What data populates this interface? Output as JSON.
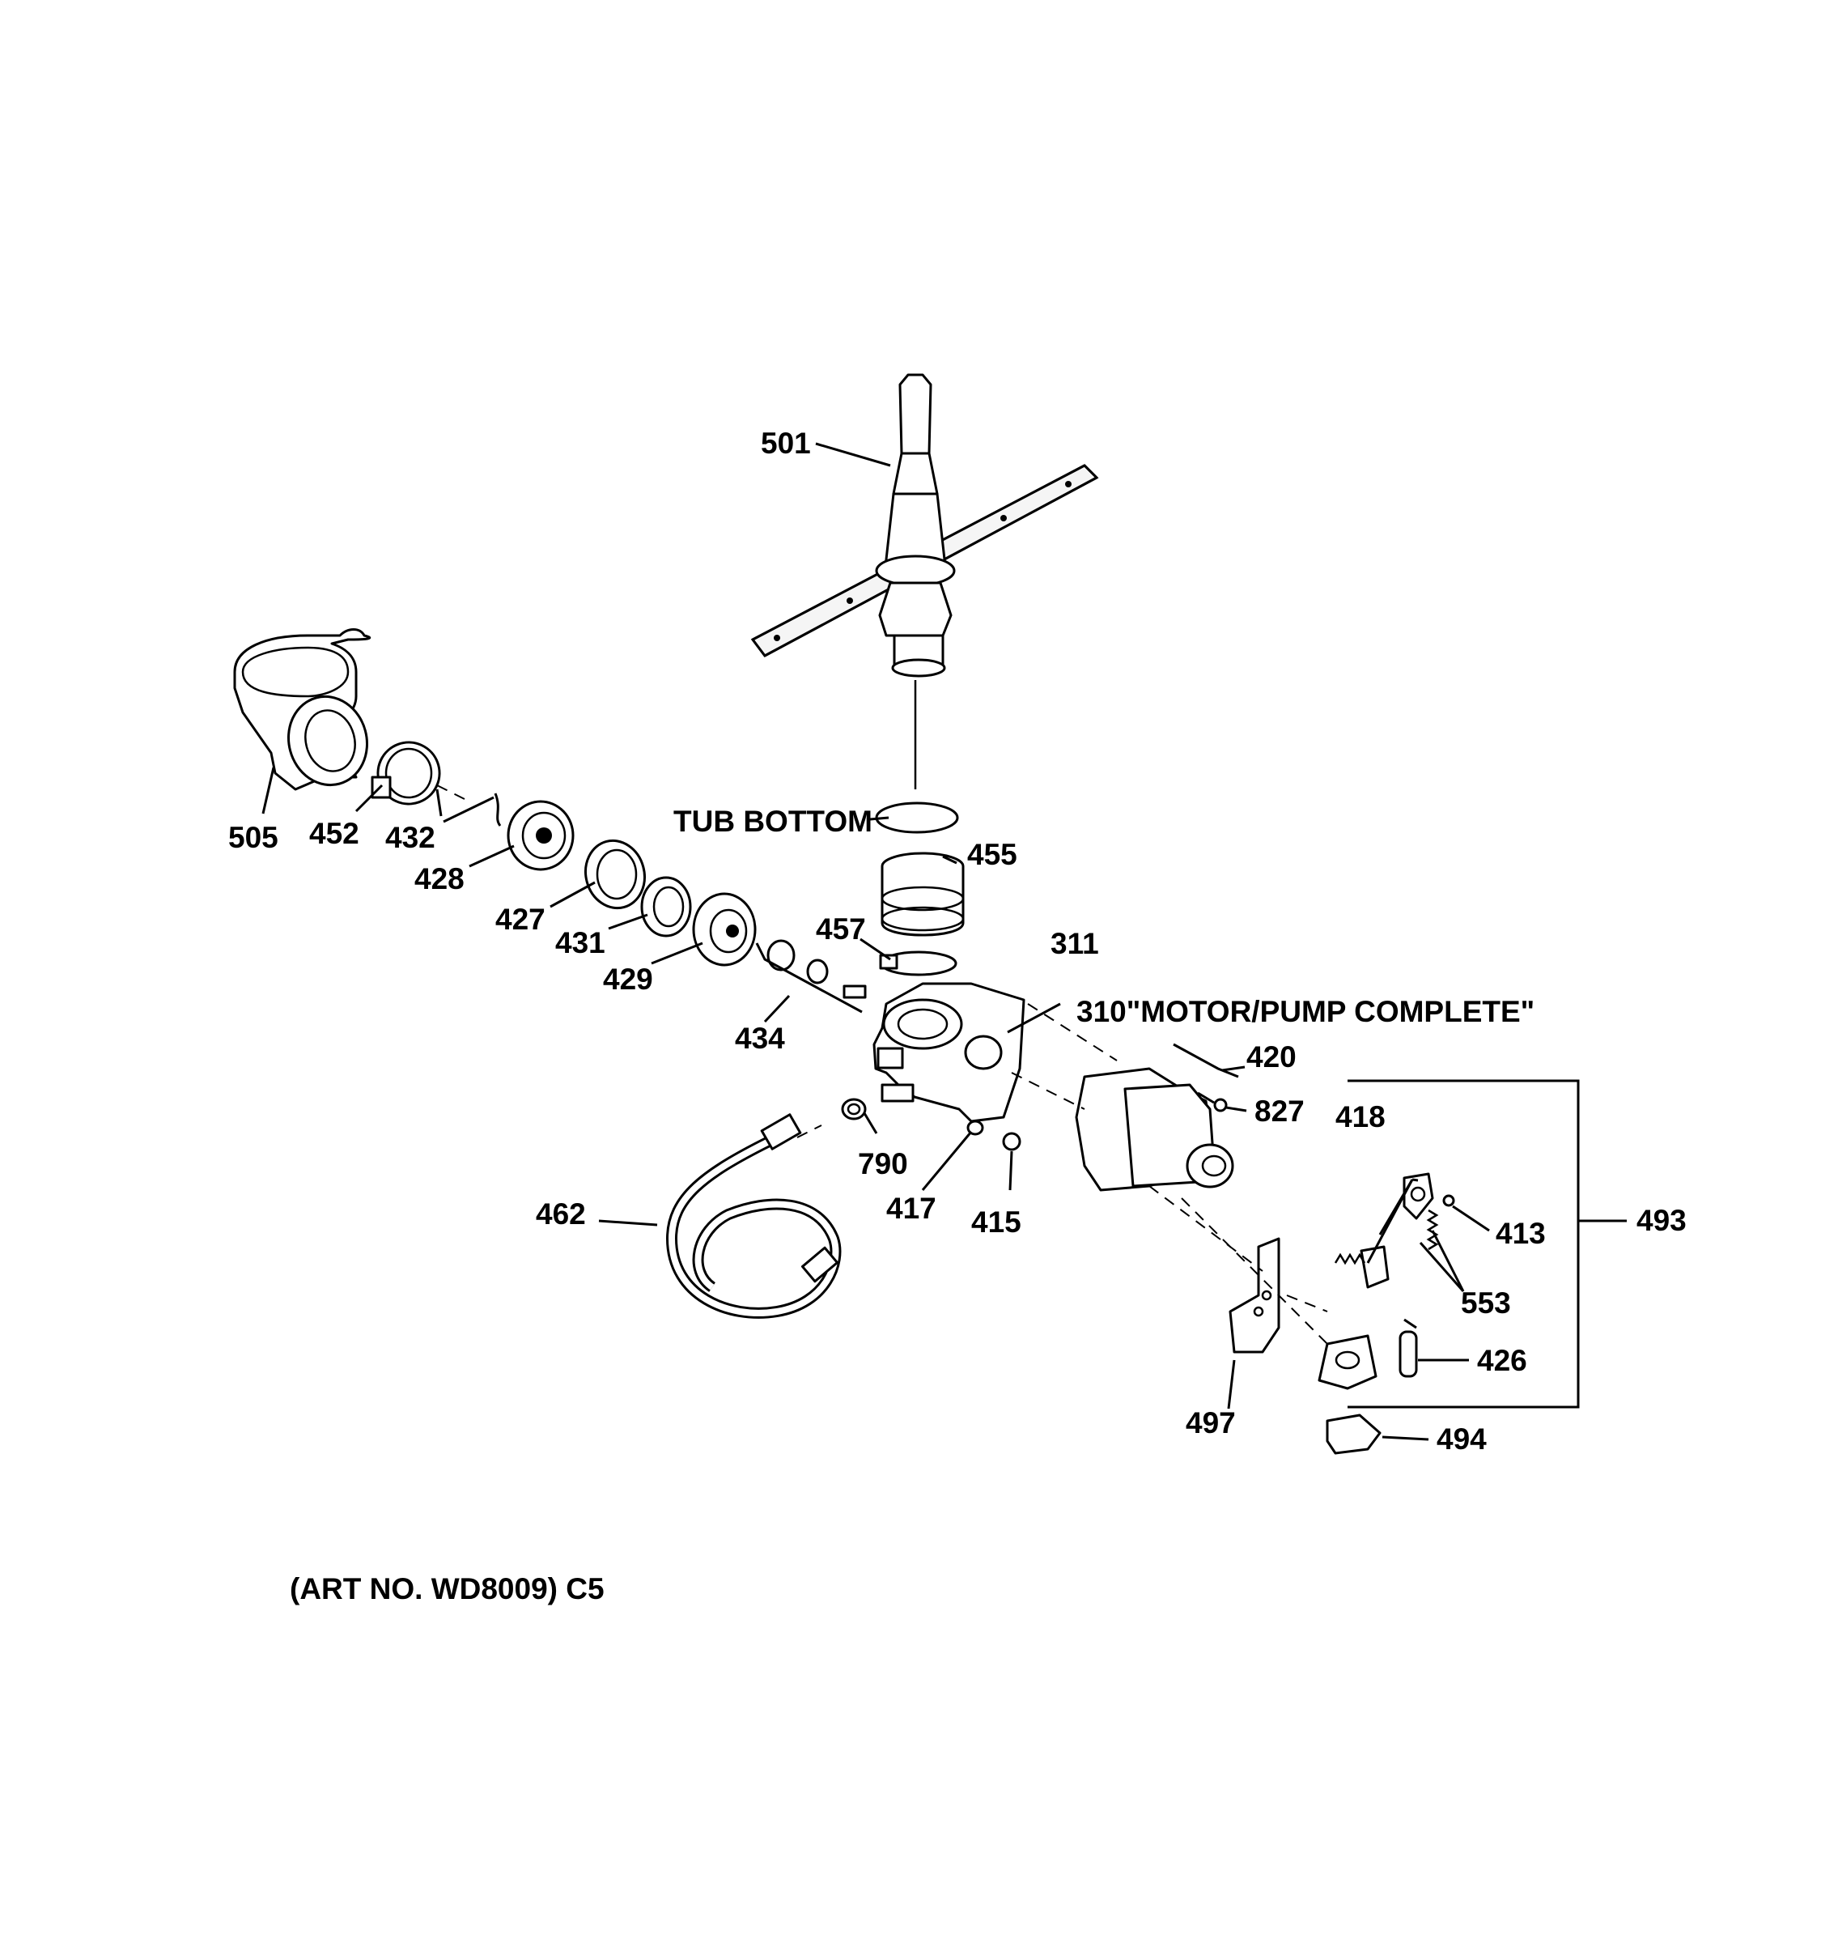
{
  "labels": {
    "p501": "501",
    "p505": "505",
    "p452": "452",
    "p432": "432",
    "p428": "428",
    "p427": "427",
    "p431": "431",
    "p429": "429",
    "tub_bottom": "TUB BOTTOM",
    "p455": "455",
    "p457": "457",
    "p311": "311",
    "motor_pump_complete": "310\"MOTOR/PUMP COMPLETE\"",
    "p434": "434",
    "p420": "420",
    "p827": "827",
    "p790": "790",
    "p418": "418",
    "p493": "493",
    "p413": "413",
    "p462": "462",
    "p417": "417",
    "p415": "415",
    "p553": "553",
    "p426": "426",
    "p497": "497",
    "p494": "494"
  },
  "footer": {
    "art_number": "(ART NO. WD8009) C5"
  }
}
